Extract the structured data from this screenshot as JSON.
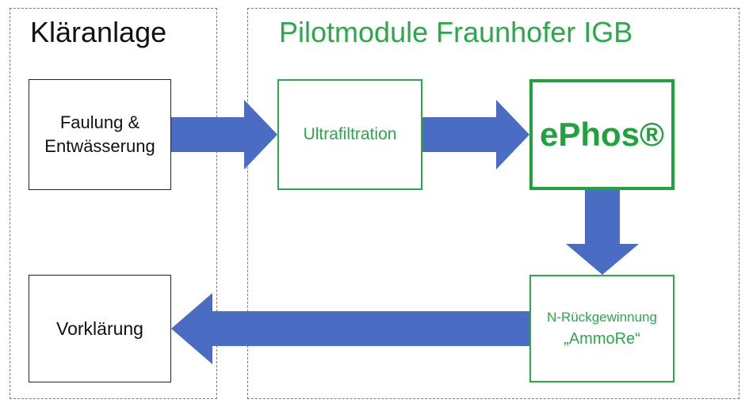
{
  "colors": {
    "green": "#2aa84a",
    "green_strong": "#20a33d",
    "arrow_blue": "#4a6cc2",
    "black": "#111111"
  },
  "zones": {
    "left_title": "Kläranlage",
    "right_title": "Pilotmodule Fraunhofer IGB"
  },
  "boxes": {
    "faulung": {
      "line1": "Faulung &",
      "line2": "Entwässerung"
    },
    "vorklaerung": "Vorklärung",
    "ultrafiltration": "Ultrafiltration",
    "ephos": "ePhos®",
    "n_rueck": {
      "line1": "N-Rückgewinnung",
      "line2": "„AmmoRe“"
    }
  }
}
